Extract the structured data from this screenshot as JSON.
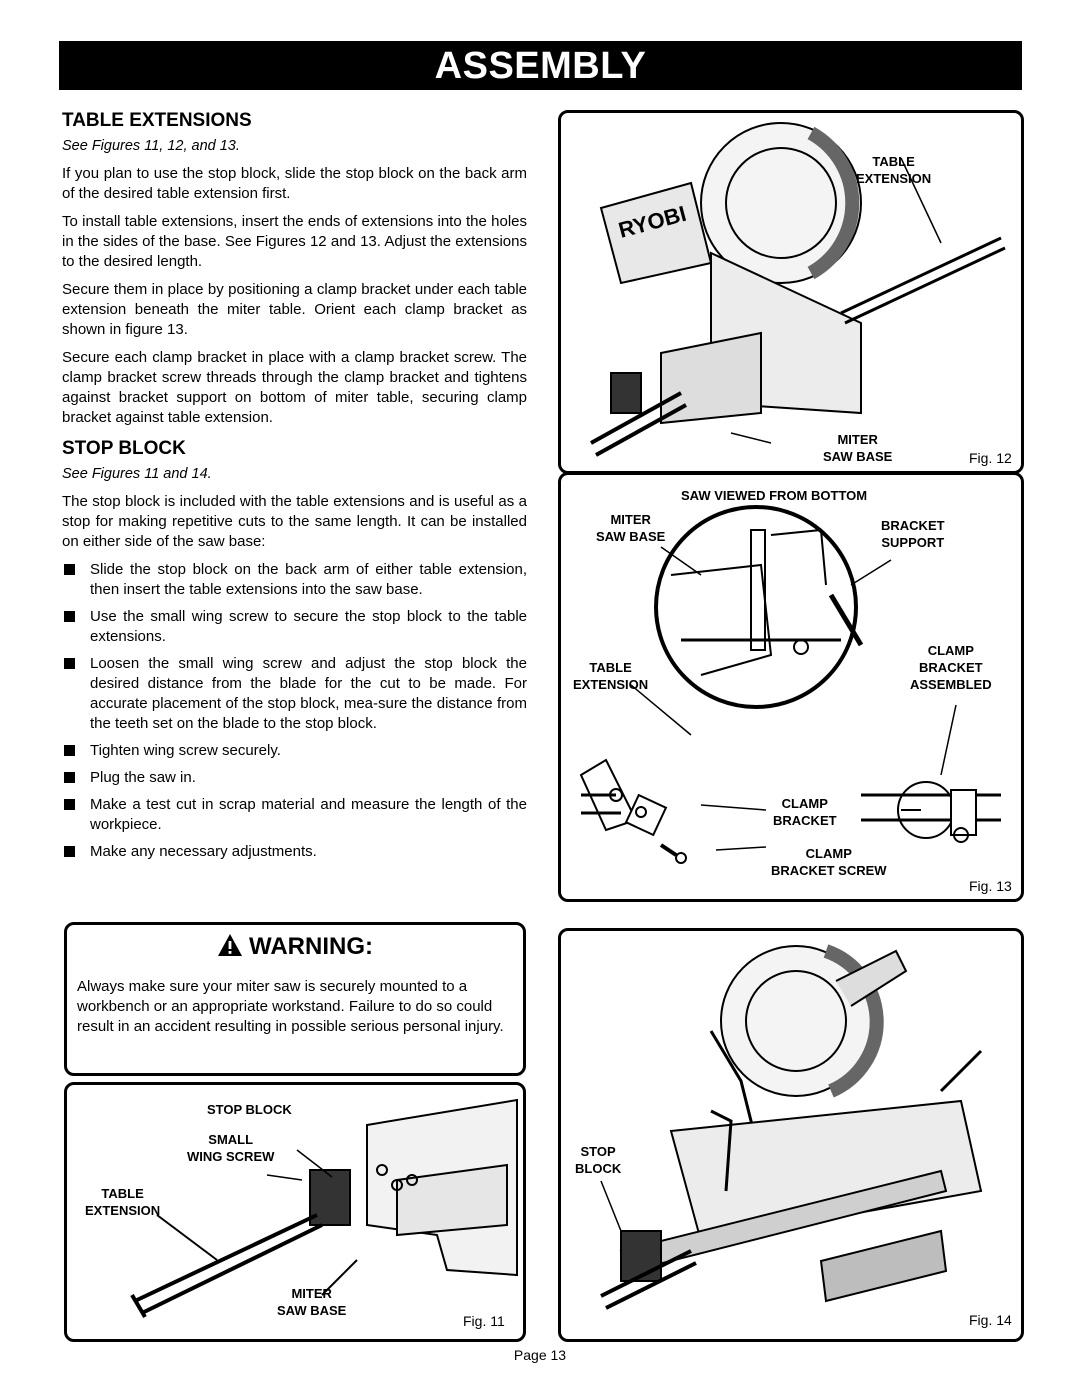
{
  "header": {
    "title": "ASSEMBLY"
  },
  "table_extensions": {
    "heading": "TABLE EXTENSIONS",
    "ref": "See Figures 11, 12, and 13.",
    "paragraphs": [
      "If you plan to use the stop block, slide the stop block on the back arm of the desired table extension first.",
      "To install table extensions, insert the ends of extensions into the holes in the sides of the base. See Figures 12 and 13. Adjust the extensions to the desired length.",
      "Secure them in place by positioning a clamp bracket under each table extension beneath the miter table. Orient each clamp bracket as shown in figure 13.",
      "Secure each clamp bracket in place with a clamp bracket screw. The clamp bracket screw threads through the clamp bracket and tightens against bracket support on bottom of miter table, securing clamp bracket against table extension."
    ]
  },
  "stop_block": {
    "heading": "STOP BLOCK",
    "ref": "See Figures 11 and 14.",
    "intro": "The stop block is included with the table extensions and is useful as a stop for making repetitive cuts to the same length. It can be installed on either side of the saw base:",
    "bullets": [
      "Slide the stop block on the back arm of either table extension, then insert the table extensions into the saw base.",
      "Use the small wing screw to secure the stop block to the table extensions.",
      "Loosen the small wing screw and adjust the stop block the desired distance from the blade for the cut to be made. For accurate placement of the stop block, mea-sure the distance from the teeth set on the blade to the stop block.",
      "Tighten wing screw securely.",
      "Plug the saw in.",
      "Make a test cut in scrap material and measure the length of the workpiece.",
      "Make any necessary adjustments."
    ]
  },
  "warning": {
    "heading": "WARNING:",
    "text": "Always make sure your miter saw is securely mounted to a workbench or an appropriate workstand. Failure to do so could result in an accident resulting in possible serious personal injury."
  },
  "figures": {
    "fig11": {
      "label": "Fig. 11",
      "stop_block": "STOP BLOCK",
      "small_wing_screw": "SMALL\nWING SCREW",
      "table_extension": "TABLE\nEXTENSION",
      "miter_saw_base": "MITER\nSAW BASE"
    },
    "fig12": {
      "label": "Fig. 12",
      "brand": "RYOBI",
      "table_extension": "TABLE\nEXTENSION",
      "miter_saw_base": "MITER\nSAW BASE"
    },
    "fig13": {
      "label": "Fig. 13",
      "saw_viewed": "SAW VIEWED FROM BOTTOM",
      "miter_saw_base": "MITER\nSAW BASE",
      "bracket_support": "BRACKET\nSUPPORT",
      "clamp_bracket_assembled": "CLAMP\nBRACKET\nASSEMBLED",
      "table_extension": "TABLE\nEXTENSION",
      "clamp_bracket": "CLAMP\nBRACKET",
      "clamp_bracket_screw": "CLAMP\nBRACKET SCREW"
    },
    "fig14": {
      "label": "Fig. 14",
      "stop_block": "STOP\nBLOCK"
    }
  },
  "footer": {
    "page": "Page 13"
  }
}
